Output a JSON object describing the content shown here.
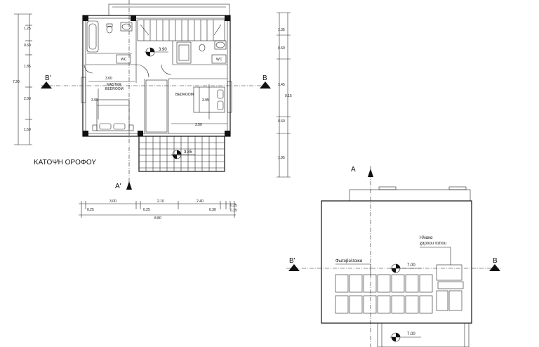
{
  "plan": {
    "title": "ΚΑΤΟΨΗ ΟΡΟΦΟΥ",
    "rooms": {
      "master_bedroom_line1": "MASTER",
      "master_bedroom_line2": "BEDROOM",
      "bedroom": "BEDROOM",
      "wc_left": "WC",
      "wc_right": "WC"
    },
    "section_marks": {
      "b_left": "B'",
      "b_right": "B",
      "a_bottom": "A'"
    },
    "level_marks": {
      "upper": "3.90",
      "terrace": "3.85"
    },
    "inner_dims": {
      "master_width": "3.00",
      "master_height": "3.95",
      "bedroom_height": "3.95",
      "bedroom_width": "3.50"
    },
    "left_dims": [
      "1.25",
      "0.60",
      "1.85",
      "2.00",
      "1.50"
    ],
    "left_total": "7.20",
    "right_dims": [
      "1.35",
      "0.60",
      "3.45",
      "0.60",
      "1.95"
    ],
    "right_total": "9.15",
    "bottom_dims": [
      "3.00",
      "2.10",
      "2.40"
    ],
    "bottom_sub": [
      "0.25",
      "0.25",
      "0.30",
      "0.25",
      "0.25"
    ],
    "bottom_total": "8.80"
  },
  "roof": {
    "section_marks": {
      "a_top": "A",
      "b_left": "B'",
      "b_right": "B"
    },
    "pv_label": "Φωτοβολταικα",
    "solar_label_line1": "Ηλιακα",
    "solar_label_line2": "χαρτιου τοπου",
    "level_upper": "7.00",
    "level_lower": "7.00"
  }
}
